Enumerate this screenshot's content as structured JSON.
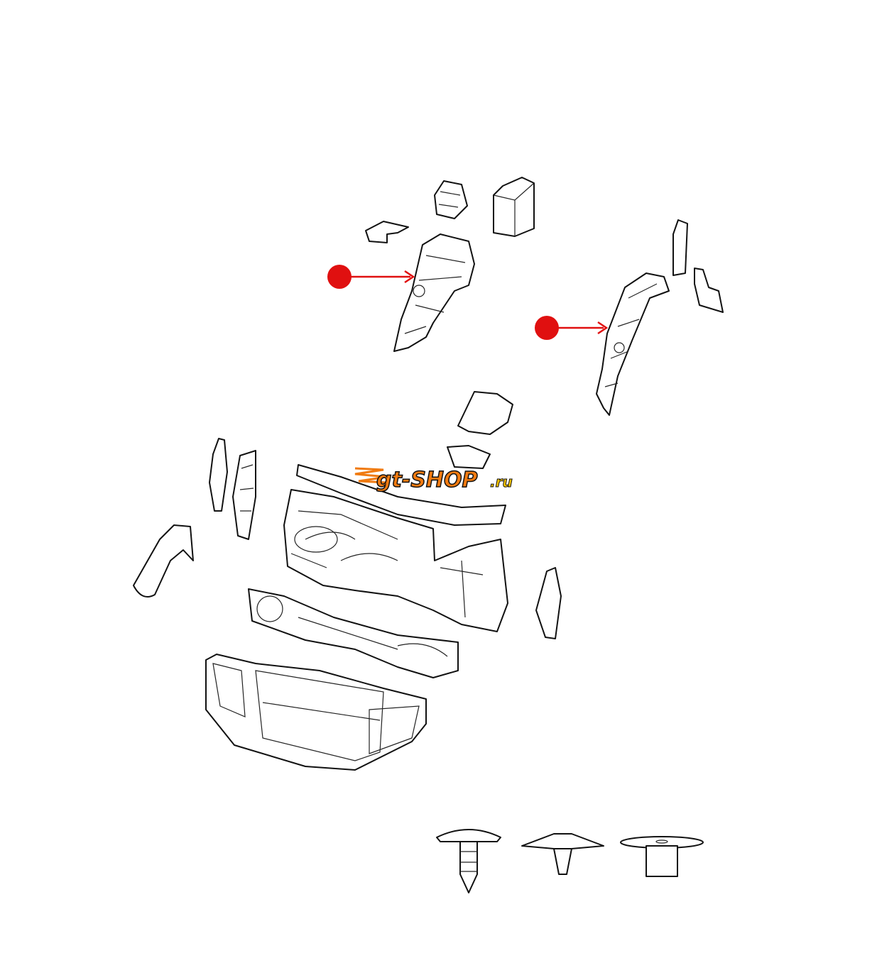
{
  "diagram": {
    "watermark": {
      "text_main": "gt-SHOP",
      "text_suffix": ".ru",
      "colors": {
        "orange": "#f07a10",
        "yellow": "#f5c400",
        "outline": "#111111"
      }
    },
    "callouts": [
      {
        "id": "marker-1"
      },
      {
        "id": "marker-2"
      }
    ],
    "accent_color": "#e01010"
  }
}
